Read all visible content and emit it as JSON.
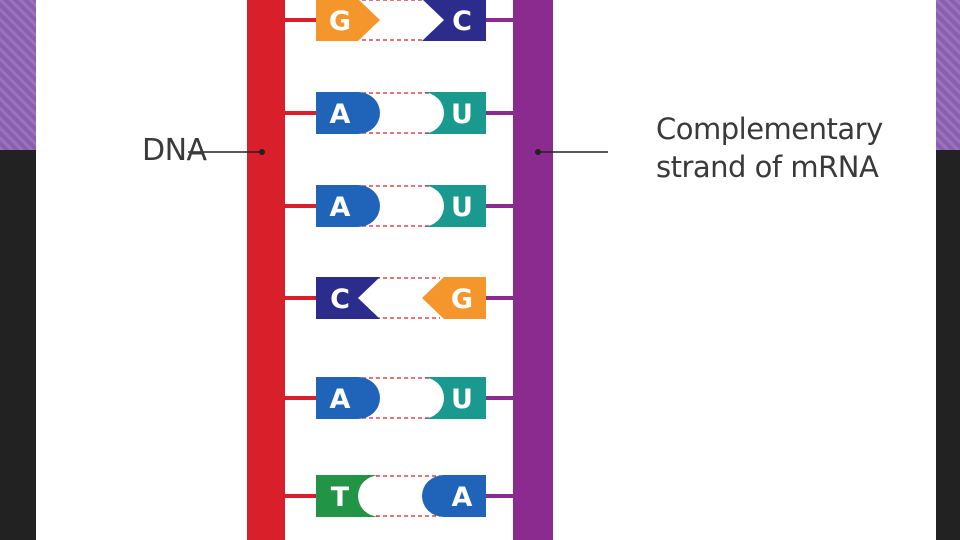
{
  "labels": {
    "dna": "DNA",
    "mrna_line1": "Complementary",
    "mrna_line2": "strand of mRNA"
  },
  "colors": {
    "background": "#222222",
    "stripe": "#8a5fb0",
    "panel": "#ffffff",
    "dna_strand": "#d9202a",
    "mrna_strand": "#8b2a8f",
    "label_text": "#3a3a3a",
    "hbond": "#d9202a"
  },
  "base_colors": {
    "G": "#f4962b",
    "C": "#2b2c8c",
    "A": "#1f64b8",
    "U": "#1a9a8f",
    "T": "#229445"
  },
  "base_pairs": [
    {
      "left": "G",
      "right": "C"
    },
    {
      "left": "A",
      "right": "U"
    },
    {
      "left": "A",
      "right": "U"
    },
    {
      "left": "C",
      "right": "G"
    },
    {
      "left": "A",
      "right": "U"
    },
    {
      "left": "T",
      "right": "A"
    }
  ]
}
